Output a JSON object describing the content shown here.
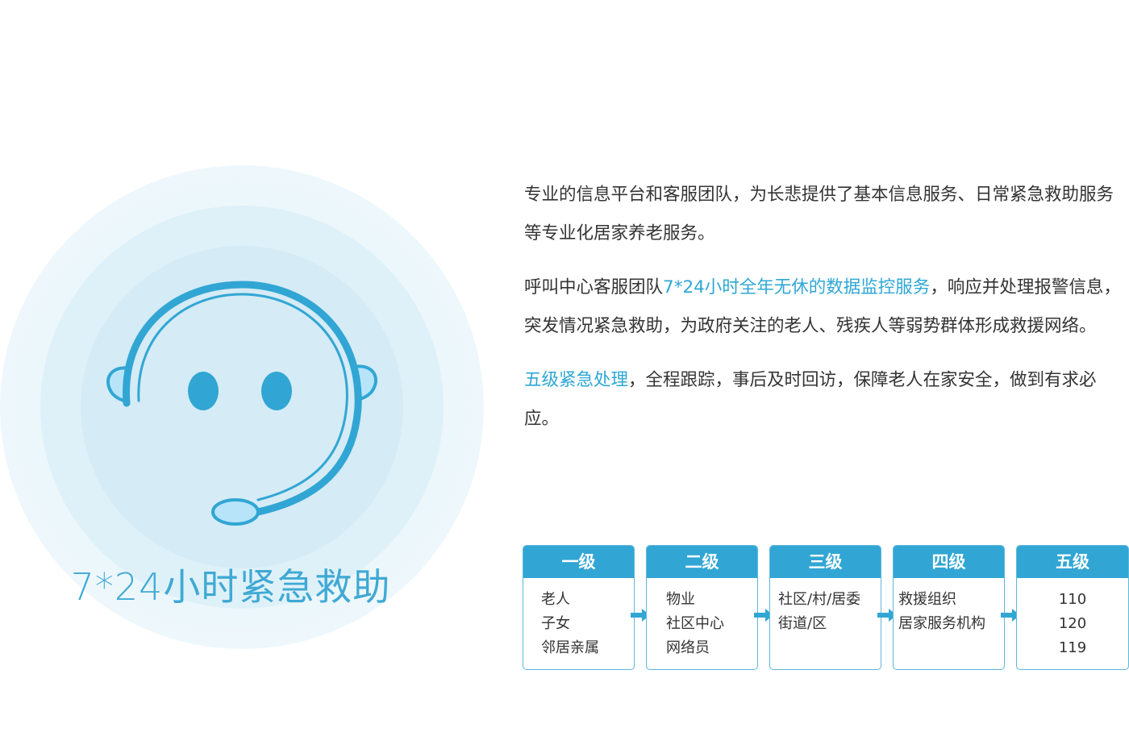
{
  "illustration": {
    "title": "7*24小时紧急救助",
    "colors": {
      "primary": "#31a6d4",
      "light": "#b8e4fa",
      "halo": "#d6ecf6"
    },
    "icon": "headset-smiley-icon"
  },
  "paragraphs": [
    {
      "parts": [
        {
          "text": "专业的信息平台和客服团队，为长悲提供了基本信息服务、日常紧急救助服务等专业化居家养老服务。",
          "highlight": false
        }
      ]
    },
    {
      "parts": [
        {
          "text": "呼叫中心客服团队",
          "highlight": false
        },
        {
          "text": "7*24小时全年无休的数据监控服务",
          "highlight": true
        },
        {
          "text": "，响应并处理报警信息，突发情况紧急救助，为政府关注的老人、残疾人等弱势群体形成救援网络。",
          "highlight": false
        }
      ]
    },
    {
      "parts": [
        {
          "text": "五级紧急处理",
          "highlight": true
        },
        {
          "text": "，全程跟踪，事后及时回访，保障老人在家安全，做到有求必应。",
          "highlight": false
        }
      ]
    }
  ],
  "levels": [
    {
      "title": "一级",
      "items": [
        "老人",
        "子女",
        "邻居亲属"
      ],
      "align": "left"
    },
    {
      "title": "二级",
      "items": [
        "物业",
        "社区中心",
        "网络员"
      ],
      "align": "left"
    },
    {
      "title": "三级",
      "items": [
        "社区/村/居委",
        "街道/区"
      ],
      "align": "left"
    },
    {
      "title": "四级",
      "items": [
        "救援组织",
        "居家服务机构"
      ],
      "align": "left"
    },
    {
      "title": "五级",
      "items": [
        "110",
        "120",
        "119"
      ],
      "align": "center"
    }
  ],
  "colors": {
    "accent": "#31a6d4",
    "highlight_text": "#2ea7d6",
    "body_text": "#333333"
  },
  "arrow_icon": "arrow-right-icon"
}
